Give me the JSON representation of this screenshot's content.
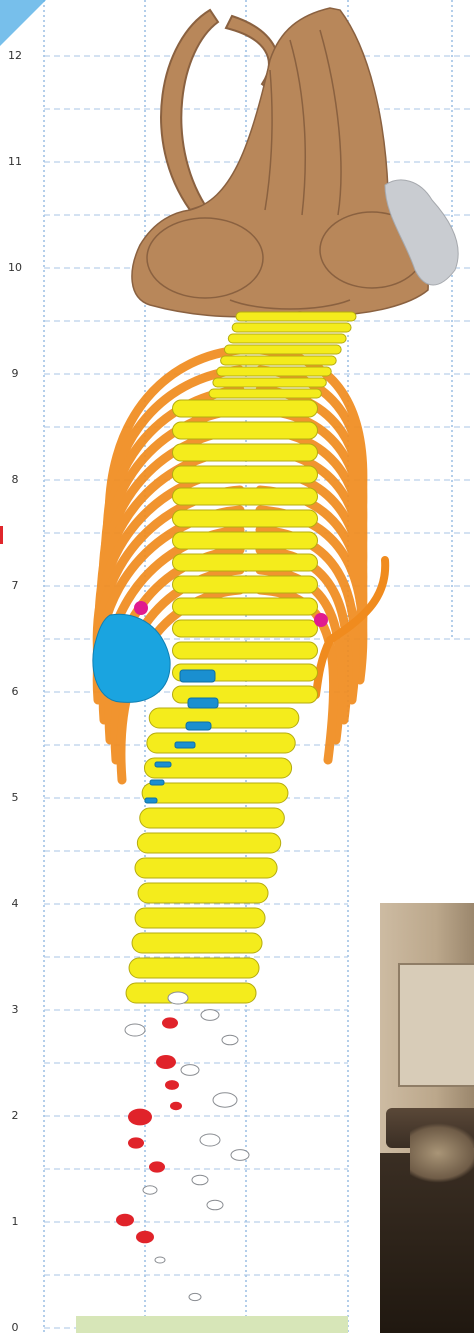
{
  "y_axis": {
    "ticks": [
      "12",
      "11",
      "10",
      "9",
      "8",
      "7",
      "6",
      "5",
      "4",
      "3",
      "2",
      "1",
      "0"
    ]
  },
  "colors": {
    "skull": "#b8875a",
    "skull_outline": "#8a6140",
    "hyoid": "#b8875a",
    "vertebrae": "#f4ec1c",
    "vertebrae_outline": "#b5ab0f",
    "ribs": "#f08b1e",
    "ribs_outline": "#c96a0c",
    "shoulder_blade": "#1aa4e0",
    "forelimb_bones": "#1a8fd0",
    "pelvis_marks": "#e01b8f",
    "tail_fragments": "#e0232a",
    "missing_fragments": "#ffffff",
    "grey_fragment": "#c9ccd1",
    "grid_dashed": "#a9c6e6",
    "grid_dotted": "#8ab4de"
  },
  "parts": [
    "skull",
    "lower-jaws",
    "cervical-vertebrae",
    "thoracic-vertebrae",
    "ribs",
    "scapula",
    "forelimb",
    "lumbar-vertebrae",
    "caudal-vertebrae",
    "tail-fragments",
    "pelvic-bones"
  ]
}
